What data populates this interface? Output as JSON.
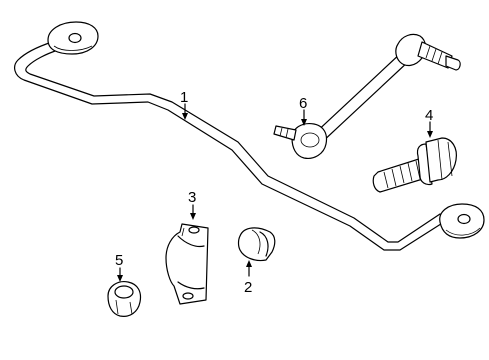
{
  "callouts": [
    {
      "number": "1",
      "part": "stabilizer-bar"
    },
    {
      "number": "2",
      "part": "bushing"
    },
    {
      "number": "3",
      "part": "bracket"
    },
    {
      "number": "4",
      "part": "bolt"
    },
    {
      "number": "5",
      "part": "nut"
    },
    {
      "number": "6",
      "part": "stabilizer-link"
    }
  ],
  "colors": {
    "line": "#000000",
    "background": "#ffffff"
  }
}
